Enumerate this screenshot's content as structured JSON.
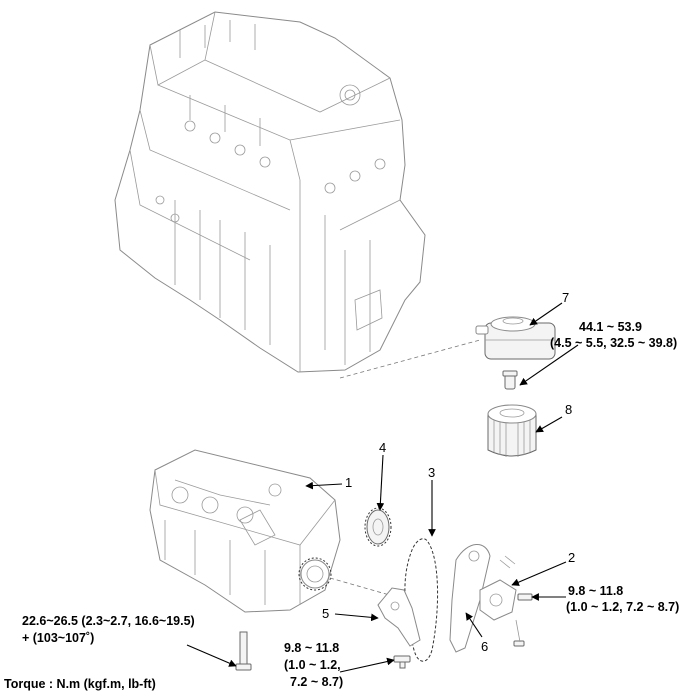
{
  "callouts": {
    "c1": "1",
    "c2": "2",
    "c3": "3",
    "c4": "4",
    "c5": "5",
    "c6": "6",
    "c7": "7",
    "c8": "8"
  },
  "torque_specs": {
    "oil_cooler_l1": "44.1 ~ 53.9",
    "oil_cooler_l2": "(4.5 ~ 5.5, 32.5 ~ 39.8)",
    "tensioner_l1": "9.8 ~ 11.8",
    "tensioner_l2": "(1.0 ~ 1.2, 7.2 ~ 8.7)",
    "guide_bolt_l1": "9.8 ~ 11.8",
    "guide_bolt_l2": "(1.0 ~ 1.2,",
    "guide_bolt_l3": "7.2 ~ 8.7)",
    "module_bolt_l1": "22.6~26.5 (2.3~2.7, 16.6~19.5)",
    "module_bolt_l2": "+ (103~107˚)"
  },
  "footer": {
    "torque_units": "Torque : N.m (kgf.m, lb-ft)"
  }
}
